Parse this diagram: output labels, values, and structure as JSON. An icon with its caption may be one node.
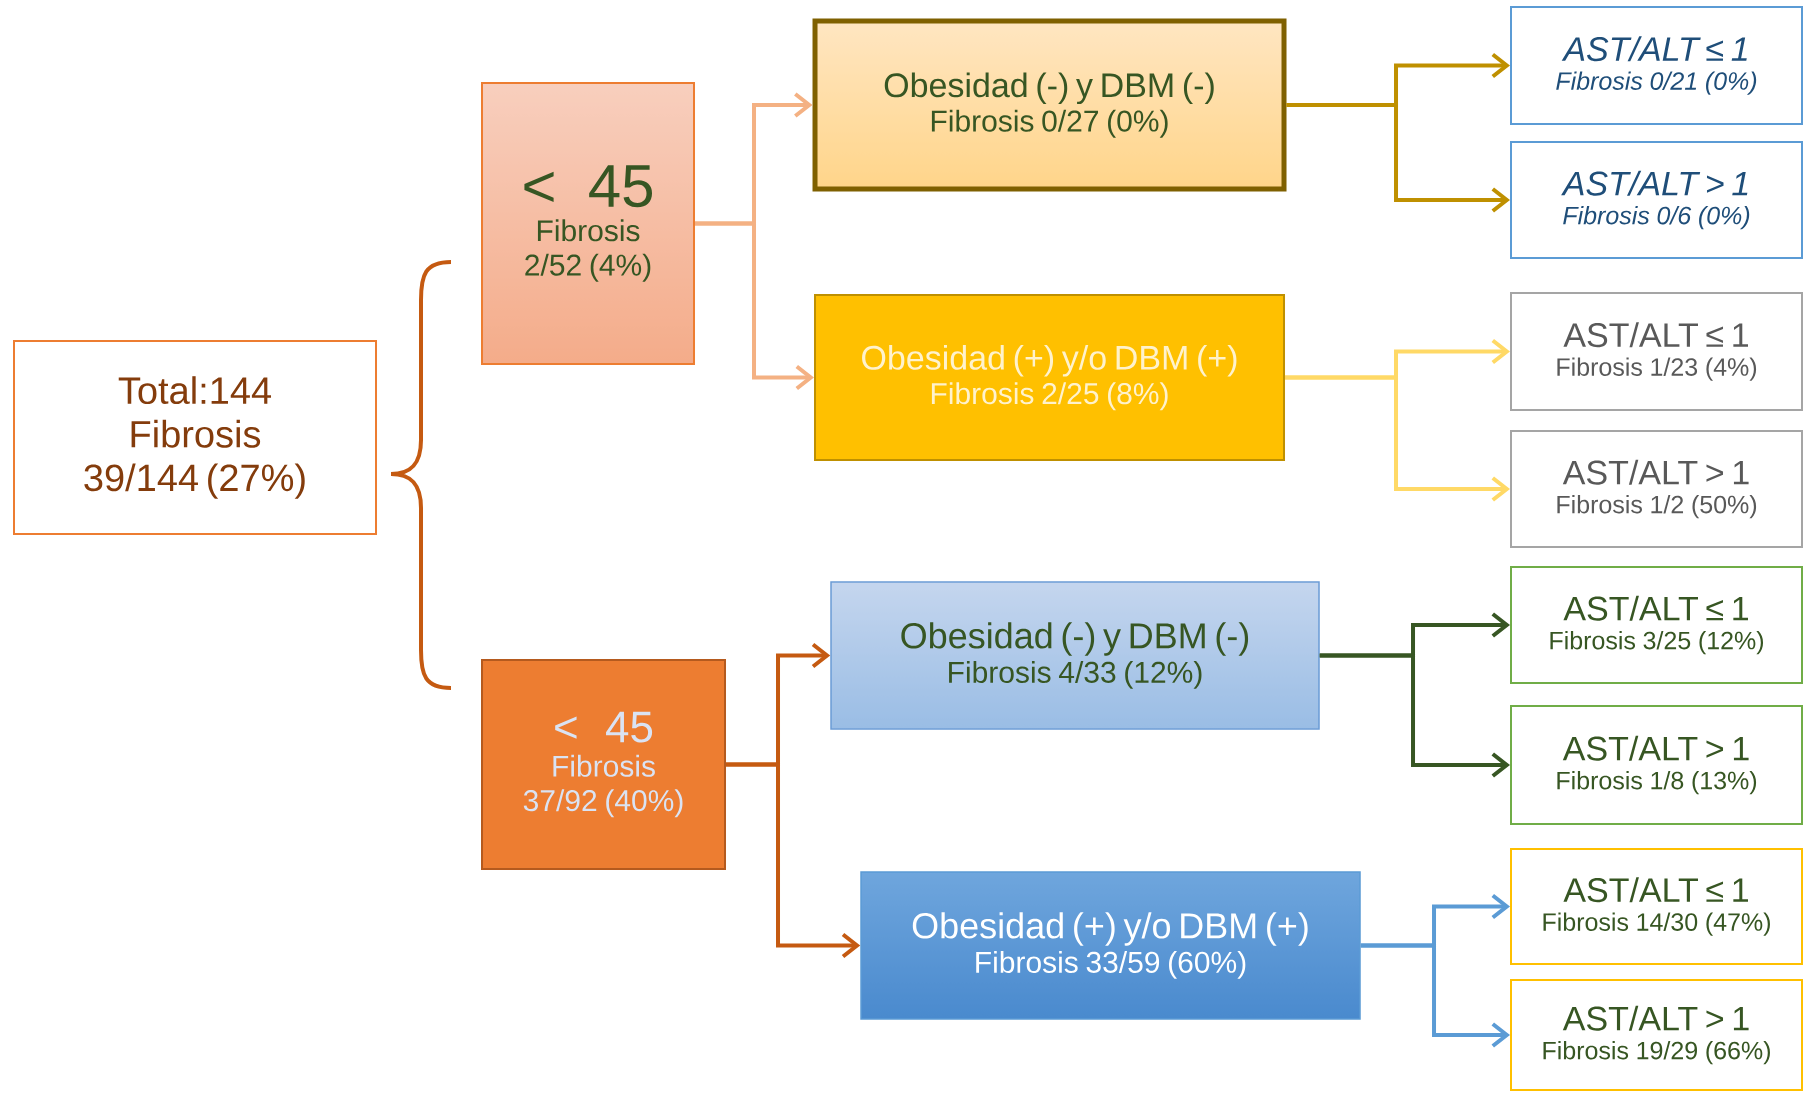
{
  "diagram": {
    "nodes": [
      {
        "text": [
          "Total:144",
          "Fibrosis 39/144 (27%)"
        ]
      },
      {
        "text": [
          "< 45",
          "Fibrosis 2/52 (4%)"
        ]
      },
      {
        "text": [
          "< 45",
          "Fibrosis 37/92 (40%)"
        ]
      },
      {
        "text": [
          "Obesidad (-) y DBM (-)",
          "Fibrosis 0/27 (0%)"
        ]
      },
      {
        "text": [
          "Obesidad (+) y/o DBM (+)",
          "Fibrosis 2/25 (8%)"
        ]
      },
      {
        "text": [
          "Obesidad (-) y DBM (-)",
          "Fibrosis 4/33 (12%)"
        ]
      },
      {
        "text": [
          "Obesidad (+) y/o DBM (+)",
          "Fibrosis 33/59 (60%)"
        ]
      },
      {
        "text": [
          "AST/ALT ≤ 1",
          "Fibrosis 0/21 (0%)"
        ]
      },
      {
        "text": [
          "AST/ALT > 1",
          "Fibrosis 0/6 (0%)"
        ]
      },
      {
        "text": [
          "AST/ALT ≤ 1",
          "Fibrosis 1/23 (4%)"
        ]
      },
      {
        "text": [
          "AST/ALT > 1",
          "Fibrosis 1/2 (50%)"
        ]
      },
      {
        "text": [
          "AST/ALT ≤ 1",
          "Fibrosis 3/25 (12%)"
        ]
      },
      {
        "text": [
          "AST/ALT > 1",
          "Fibrosis 1/8 (13%)"
        ]
      },
      {
        "text": [
          "AST/ALT ≤ 1",
          "Fibrosis 14/30 (47%)"
        ]
      },
      {
        "text": [
          "AST/ALT > 1",
          "Fibrosis 19/29 (66%)"
        ]
      }
    ],
    "edges": [
      {
        "from": 1,
        "to": 3,
        "arrow": "to",
        "color": "#f4b183"
      },
      {
        "from": 1,
        "to": 4,
        "arrow": "to",
        "color": "#f4b183"
      },
      {
        "from": 2,
        "to": 5,
        "arrow": "to",
        "color": "#c55a11"
      },
      {
        "from": 2,
        "to": 6,
        "arrow": "to",
        "color": "#c55a11"
      },
      {
        "from": 3,
        "to": 7,
        "arrow": "to",
        "color": "#bf9000"
      },
      {
        "from": 3,
        "to": 8,
        "arrow": "to",
        "color": "#bf9000"
      },
      {
        "from": 4,
        "to": 9,
        "arrow": "to",
        "color": "#ffd966"
      },
      {
        "from": 4,
        "to": 10,
        "arrow": "to",
        "color": "#ffd966"
      },
      {
        "from": 5,
        "to": 11,
        "arrow": "to",
        "color": "#375623"
      },
      {
        "from": 5,
        "to": 12,
        "arrow": "to",
        "color": "#375623"
      },
      {
        "from": 6,
        "to": 13,
        "arrow": "to",
        "color": "#5b9bd5"
      },
      {
        "from": 6,
        "to": 14,
        "arrow": "to",
        "color": "#5b9bd5"
      }
    ]
  }
}
